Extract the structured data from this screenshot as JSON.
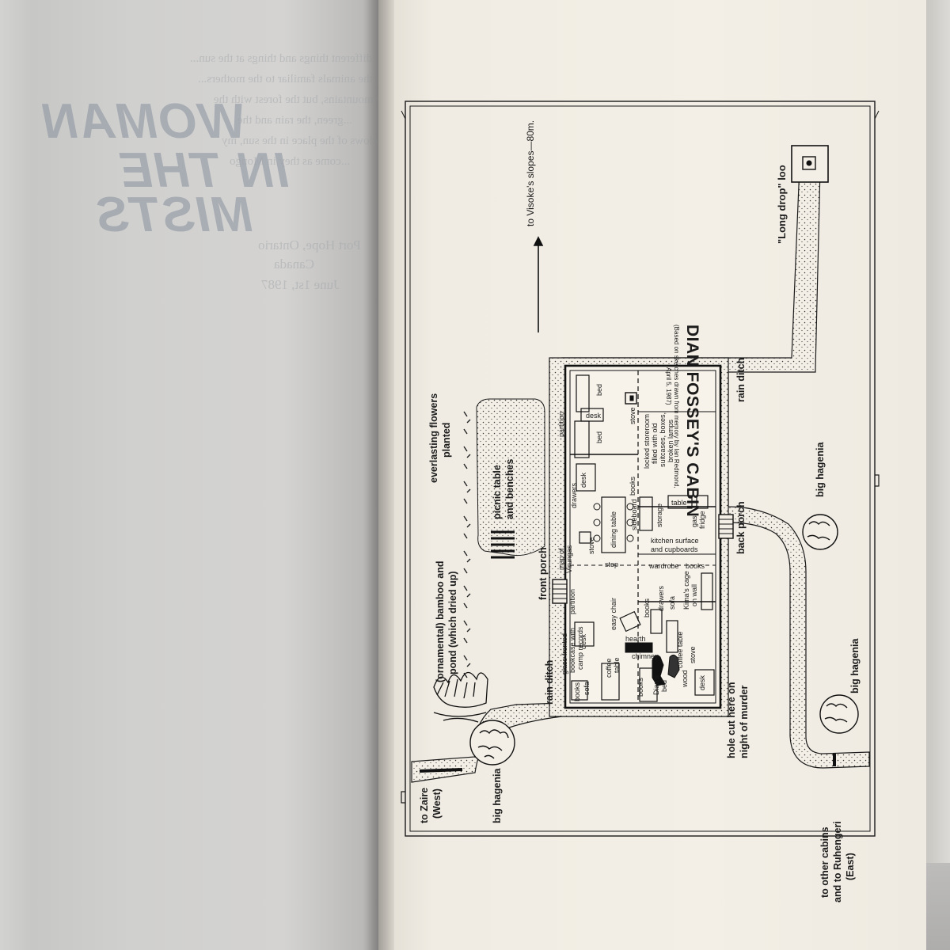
{
  "bleed_through": {
    "title_lines": [
      "WOMAN",
      "IN THE",
      "MISTS"
    ],
    "text_lines": [
      "...different things and things at the sun...",
      "...the Africa, the animals familiar to the mothers...",
      "...the mountains, but the forest with the",
      "...green, the rain and the",
      "...shadows of the place in the sun, my",
      "...come as they in Mongo"
    ],
    "dateline": [
      "Port Hope, Ontario",
      "Canada",
      "June 1st, 1987"
    ]
  },
  "map": {
    "title": "DIAN FOSSEY'S CABIN",
    "subtitle_lines": [
      "(Based on sketches drawn from memory by Ian Redmond,",
      "April 5, 1987)"
    ],
    "direction_slopes": "to Visoke's slopes—80m.",
    "loo": "\"Long drop\" loo",
    "rain_ditch_front": "rain ditch",
    "rain_ditch_back": "rain ditch",
    "front_porch": "front porch",
    "back_porch": "back porch",
    "hole_cut": [
      "hole cut here on",
      "night of murder"
    ],
    "everlasting_flowers": [
      "everlasting flowers",
      "planted"
    ],
    "picnic": [
      "picnic table",
      "and benches"
    ],
    "bamboo": [
      "(ornamental) bamboo and",
      "pond (which dried up)"
    ],
    "big_hagenia_west": "big hagenia",
    "big_hagenia_back": "big hagenia",
    "big_hagenia_east": "big hagenia",
    "to_zaire": [
      "to Zaire",
      "(West)"
    ],
    "to_ruhengeri": [
      "to other cabins",
      "and to Ruhengeri",
      "(East)"
    ],
    "rooms": {
      "bed_a": "bed",
      "bed_b": "bed",
      "stove_a": "stove",
      "desk_a": "desk",
      "desk_b": "desk",
      "partition_a": "partition",
      "partition_b": "partition",
      "storeroom": [
        "locked storeroom",
        "filled with old",
        "suitcases, boxes,",
        "broken lamps"
      ],
      "books_a": "books",
      "drawers_a": "drawers",
      "stove_b": "stove",
      "dining_table": "dining table",
      "sideboard": "sideboard",
      "storage": "storage",
      "table": "table",
      "gas_fridge": [
        "gas",
        "fridge"
      ],
      "map_virungas": [
        "map of",
        "Virungas"
      ],
      "kitchen": [
        "kitchen surface",
        "and cupboards"
      ],
      "step": "step",
      "wardrobe": "wardrobe",
      "books_b": "books",
      "easy_chair": "easy chair",
      "books_c": "books",
      "drawers_b": "drawers",
      "sofa_a": "sofa",
      "kimas_cage": [
        "Kima's cage",
        "on wall"
      ],
      "glass_bookcase": [
        "glass-fronted",
        "bookcase with",
        "camp records"
      ],
      "hearth": "hearth",
      "chimney": "chimney",
      "coffee_table_a": "coffee table",
      "coffee_table_b": [
        "coffee",
        "table"
      ],
      "stove_c": "stove",
      "wood": "wood",
      "sofa_b": "sofa",
      "books_d": "books",
      "books_e": "books",
      "dians_bed": [
        "Dian's",
        "bed"
      ],
      "desk_c": "desk",
      "desk_d": "desk"
    }
  }
}
